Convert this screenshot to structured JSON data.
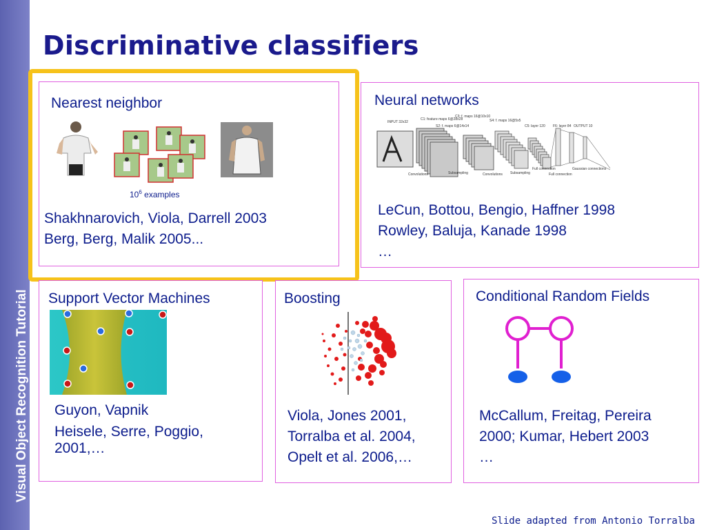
{
  "sidebar": {
    "text": "Visual Object Recognition Tutorial"
  },
  "title": "Discriminative classifiers",
  "nearest_neighbor": {
    "label": "Nearest neighbor",
    "examples_base": "10",
    "examples_exp": "6",
    "examples_suffix": " examples",
    "refs": [
      "Shakhnarovich, Viola, Darrell 2003",
      "Berg, Berg, Malik 2005..."
    ]
  },
  "neural_networks": {
    "label": "Neural networks",
    "refs": [
      "LeCun, Bottou, Bengio, Haffner 1998",
      "Rowley, Baluja, Kanade 1998",
      "…"
    ],
    "diagram_labels": [
      "INPUT 32x32",
      "C1: feature maps 6@28x28",
      "S2: f. maps 6@14x14",
      "C3: f. maps 16@10x10",
      "S4: f. maps 16@5x5",
      "C5: layer 120",
      "F6: layer 84",
      "OUTPUT 10",
      "Convolutions",
      "Subsampling",
      "Convolutions",
      "Subsampling",
      "Full connection",
      "Full connection",
      "Gaussian connections"
    ]
  },
  "svm": {
    "label": "Support Vector Machines",
    "refs": [
      "Guyon, Vapnik",
      "Heisele, Serre, Poggio,",
      "2001,…"
    ]
  },
  "boosting": {
    "label": "Boosting",
    "refs": [
      "Viola, Jones 2001,",
      "Torralba et al. 2004,",
      "Opelt et al. 2006,…"
    ]
  },
  "crf": {
    "label": "Conditional Random Fields",
    "refs": [
      "McCallum, Freitag, Pereira",
      "2000; Kumar, Hebert 2003",
      "…"
    ]
  },
  "credit": "Slide adapted from Antonio Torralba",
  "colors": {
    "title": "#1a1a8c",
    "text": "#0c1c8c",
    "box_border": "#e060e0",
    "highlight": "#f6c21a",
    "sidebar": "#6a6fb8"
  }
}
